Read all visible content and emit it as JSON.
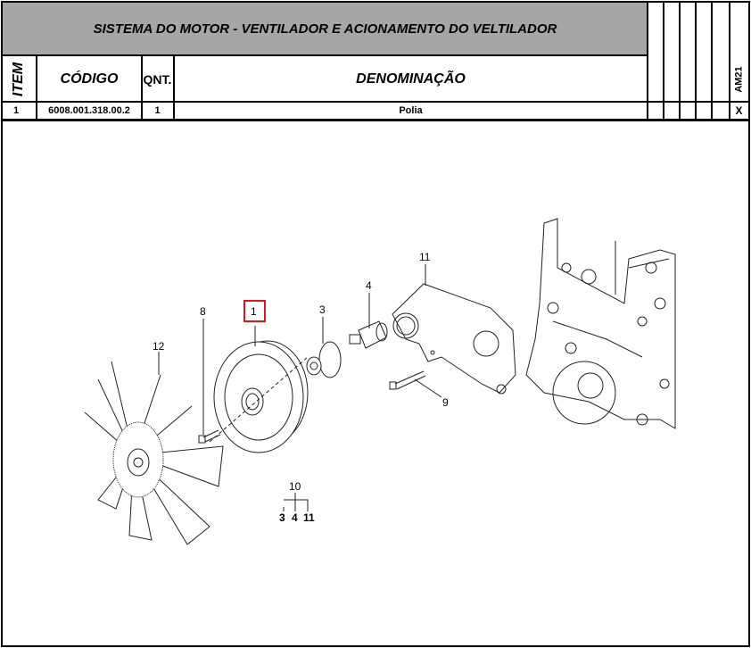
{
  "title": "SISTEMA DO MOTOR - VENTILADOR E ACIONAMENTO DO VELTILADOR",
  "headers": {
    "item": "ITEM",
    "codigo": "CÓDIGO",
    "qnt": "QNT.",
    "denominacao": "DENOMINAÇÃO",
    "model": "AM21"
  },
  "rows": [
    {
      "item": "1",
      "codigo": "6008.001.318.00.2",
      "qnt": "1",
      "denominacao": "Polia",
      "model_mark": "X"
    }
  ],
  "diagram": {
    "callouts": [
      "1",
      "3",
      "4",
      "8",
      "9",
      "11",
      "12",
      "10"
    ],
    "kit_label": "10",
    "kit_items": [
      "3",
      "4",
      "11"
    ],
    "highlight_color": "#e0141e"
  }
}
